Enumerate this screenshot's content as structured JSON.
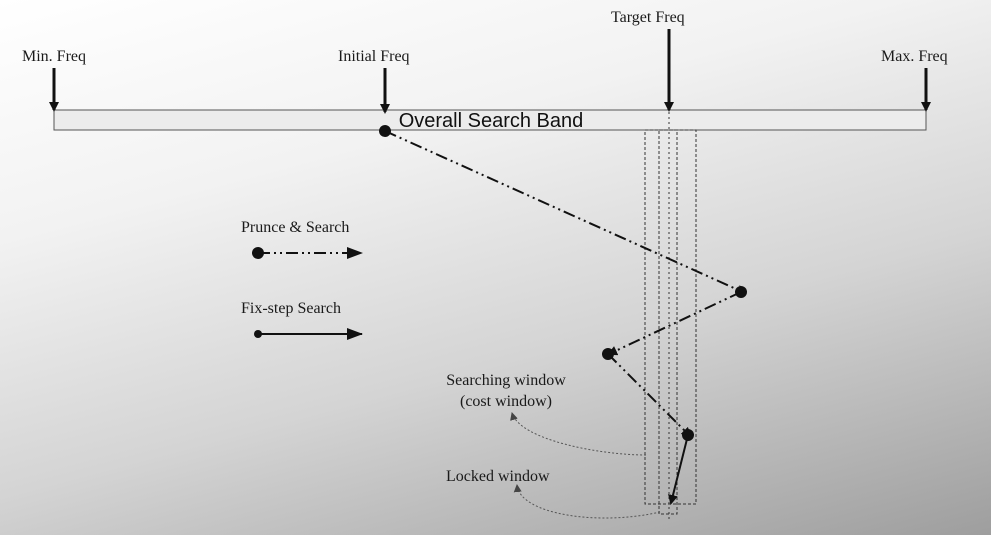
{
  "labels": {
    "min_freq": "Min. Freq",
    "initial_freq": "Initial Freq",
    "target_freq": "Target Freq",
    "max_freq": "Max. Freq",
    "search_band": "Overall Search Band"
  },
  "legend": {
    "prunce_search": "Prunce & Search",
    "fixstep_search": "Fix-step Search"
  },
  "annotations": {
    "searching_window_line1": "Searching window",
    "searching_window_line2": "(cost window)",
    "locked_window": "Locked window"
  },
  "colors": {
    "band_fill": "#ececec",
    "ink": "#111111"
  }
}
